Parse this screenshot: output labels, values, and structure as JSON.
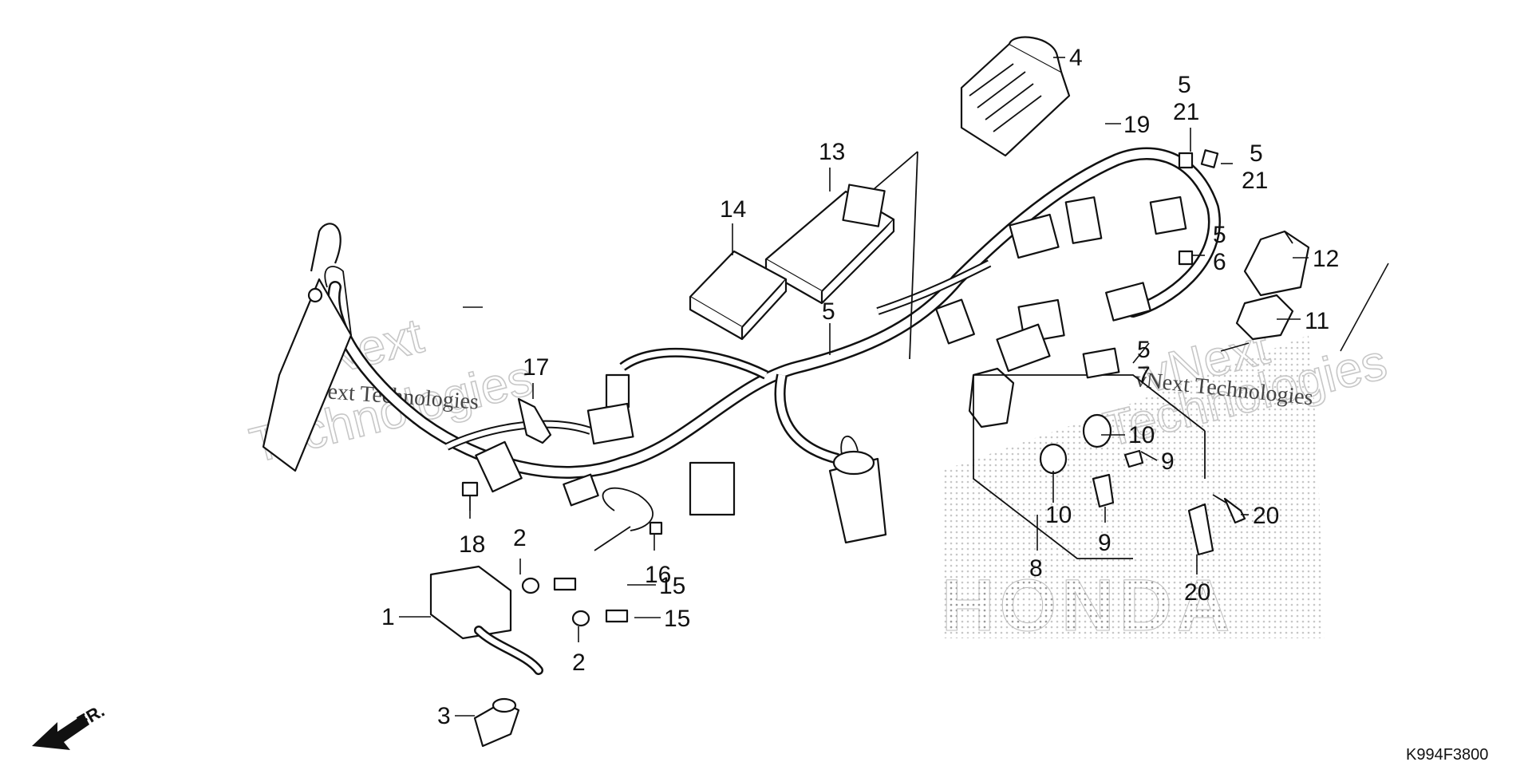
{
  "callouts": {
    "c1": "1",
    "c2a": "2",
    "c2b": "2",
    "c3": "3",
    "c4": "4",
    "c5a": "5",
    "c5b": "5",
    "c5c": "5",
    "c5d": "5",
    "c5e": "5",
    "c6": "6",
    "c7": "7",
    "c8": "8",
    "c9a": "9",
    "c9b": "9",
    "c10a": "10",
    "c10b": "10",
    "c11": "11",
    "c12": "12",
    "c13": "13",
    "c14": "14",
    "c15a": "15",
    "c15b": "15",
    "c16": "16",
    "c17": "17",
    "c18": "18",
    "c19": "19",
    "c20a": "20",
    "c20b": "20",
    "c21a": "21",
    "c21b": "21"
  },
  "watermark": {
    "line1": "vNext",
    "line2": "Technologies",
    "caption": "vNext Technologies"
  },
  "logo_text": "HONDA",
  "direction_label": "FR.",
  "diagram_code": "K994F3800"
}
